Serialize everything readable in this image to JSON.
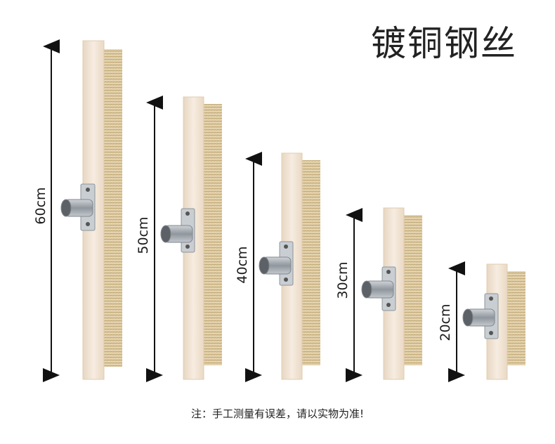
{
  "title": "镀铜钢丝",
  "brushes": [
    {
      "size_label": "60cm"
    },
    {
      "size_label": "50cm"
    },
    {
      "size_label": "40cm"
    },
    {
      "size_label": "30cm"
    },
    {
      "size_label": "20cm"
    }
  ],
  "note": "注：手工测量有误差，请以实物为准!",
  "colors": {
    "wood": "#f2e6d6",
    "wood_edge": "#e4d2bb",
    "bristle": "#d9c49a",
    "bristle_dark": "#b8a06e",
    "metal": "#a7adb3",
    "arrow": "#111111"
  }
}
